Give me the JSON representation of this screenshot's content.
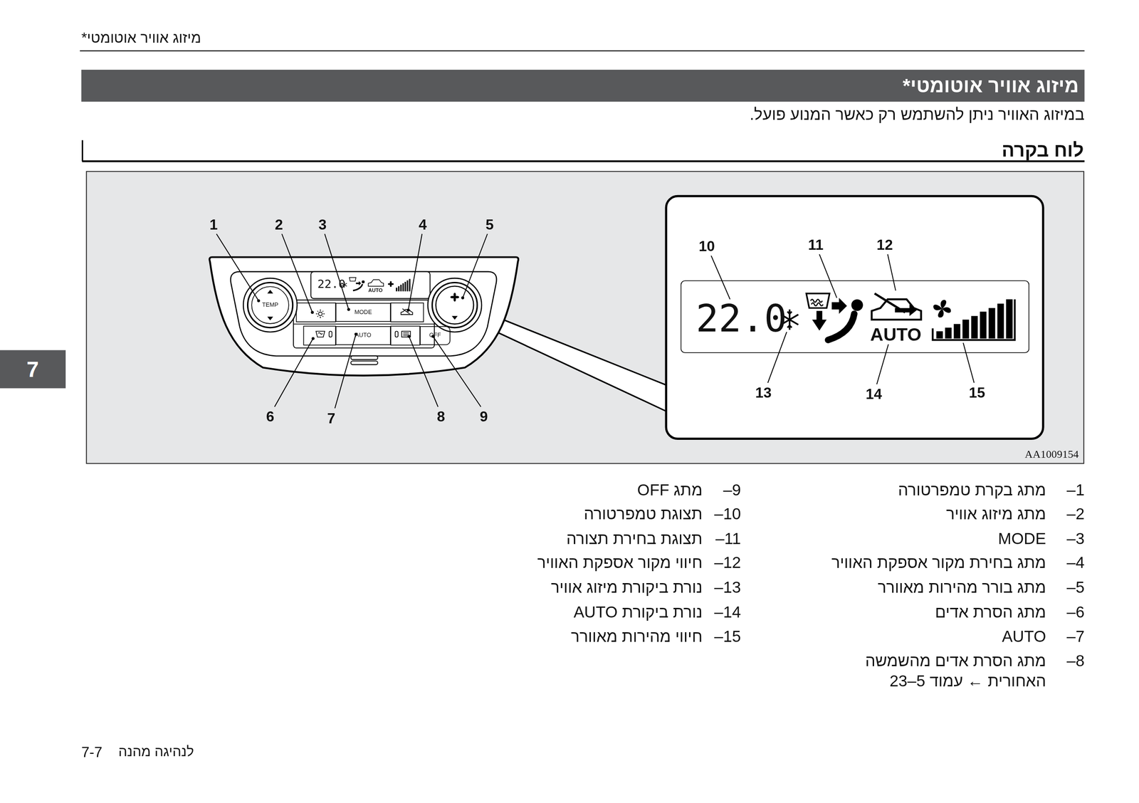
{
  "diagram": {
    "title": "מיזוג אוויר אוטומטי*",
    "nodes": [
      {
        "text": [
          "7"
        ]
      },
      {
        "text": [
          "TEMP"
        ]
      },
      {
        "text": [
          "22.0",
          "AUTO"
        ]
      },
      {
        "text": [
          "MODE"
        ]
      },
      {
        "text": [
          "AUTO"
        ]
      },
      {
        "text": [
          "OFF"
        ]
      },
      {
        "text": [
          "22.0",
          "AUTO"
        ]
      }
    ],
    "labels": [
      "מיזוג אוויר אוטומטי*",
      "במיזוג האוויר ניתן להשתמש רק כאשר המנוע פועל.",
      "לוח בקרה",
      "1",
      "2",
      "3",
      "4",
      "5",
      "6",
      "7",
      "8",
      "9",
      "10",
      "11",
      "12",
      "13",
      "14",
      "15",
      "AA1009154",
      "1–",
      "מתג בקרת טמפרטורה",
      "2–",
      "מתג מיזוג אוויר",
      "3–",
      "MODE",
      "4–",
      "מתג בחירת מקור אספקת האוויר",
      "5–",
      "מתג בורר מהירות מאוורר",
      "6–",
      "מתג הסרת אדים",
      "7–",
      "AUTO",
      "8–",
      "מתג הסרת אדים מהשמשה האחורית ← עמוד 5–23",
      "9–",
      "מתג OFF",
      "10–",
      "תצוגת טמפרטורה",
      "11–",
      "תצוגת בחירת תצורה",
      "12–",
      "חיווי מקור אספקת האוויר",
      "13–",
      "נורת ביקורת מיזוג אוויר",
      "14–",
      "נורת ביקורת AUTO",
      "15–",
      "חיווי מהירות מאוורר",
      "7-7",
      "לנהיגה מהנה"
    ]
  }
}
